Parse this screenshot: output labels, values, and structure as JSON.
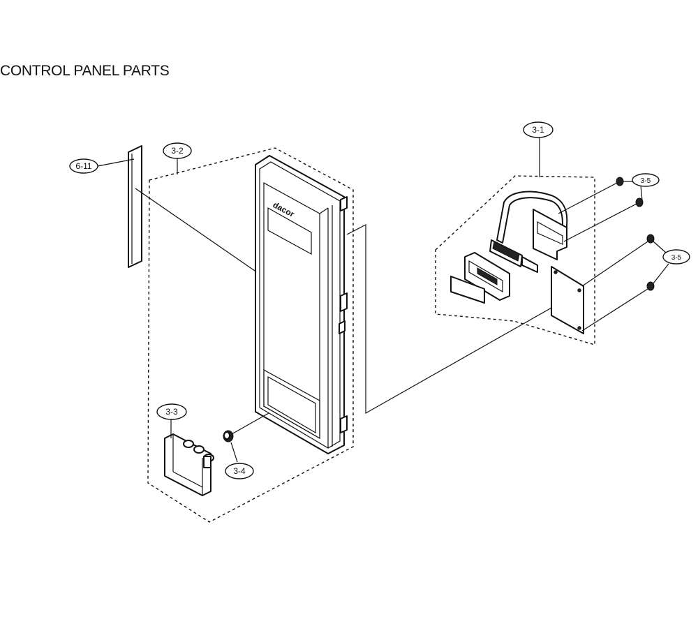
{
  "title": "CONTROL PANEL PARTS",
  "brand_mark": "dacor",
  "callouts": {
    "trim_strip": "6-11",
    "control_panel": "3-2",
    "pcb_assembly": "3-1",
    "screw_top": "3-5",
    "screw_right": "3-5",
    "knob_assembly": "3-3",
    "knob_spring": "3-4"
  },
  "colors": {
    "line": "#111111",
    "background": "#ffffff"
  }
}
